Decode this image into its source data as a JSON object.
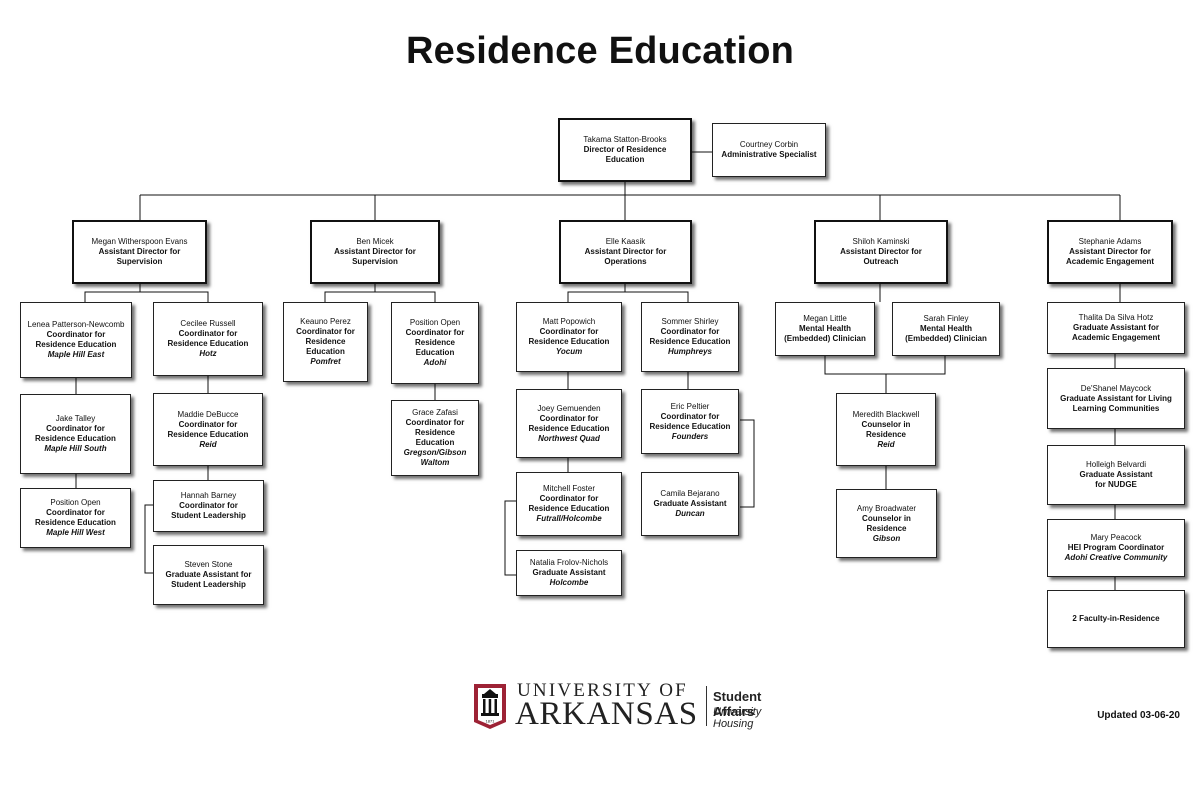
{
  "title": "Residence Education",
  "updated": "Updated 03-06-20",
  "logo": {
    "line1": "UNIVERSITY OF",
    "line2": "ARKANSAS",
    "division": "Student Affairs",
    "department": "University Housing",
    "seal_text": "1871"
  },
  "director": {
    "name": "Takama Statton-Brooks",
    "title": "Director of Residence Education"
  },
  "admin": {
    "name": "Courtney Corbin",
    "title": "Administrative Specialist"
  },
  "ad_evans": {
    "name": "Megan Witherspoon Evans",
    "title": "Assistant Director for Supervision"
  },
  "ad_micek": {
    "name": "Ben Micek",
    "title": "Assistant Director for Supervision"
  },
  "ad_kaasik": {
    "name": "Elle Kaasik",
    "title": "Assistant Director for Operations"
  },
  "ad_kaminski": {
    "name": "Shiloh Kaminski",
    "title": "Assistant Director for Outreach"
  },
  "ad_adams": {
    "name": "Stephanie Adams",
    "title": "Assistant Director for Academic Engagement"
  },
  "newcomb": {
    "name": "Lenea Patterson-Newcomb",
    "title": "Coordinator for Residence Education",
    "loc": "Maple Hill East"
  },
  "talley": {
    "name": "Jake Talley",
    "title": "Coordinator for Residence Education",
    "loc": "Maple Hill South"
  },
  "open_mhw": {
    "name": "Position Open",
    "title": "Coordinator for Residence Education",
    "loc": "Maple Hill West"
  },
  "russell": {
    "name": "Cecilee Russell",
    "title": "Coordinator for Residence Education",
    "loc": "Hotz"
  },
  "debucce": {
    "name": "Maddie DeBucce",
    "title": "Coordinator for Residence Education",
    "loc": "Reid"
  },
  "barney": {
    "name": "Hannah Barney",
    "title": "Coordinator for Student Leadership"
  },
  "stone": {
    "name": "Steven Stone",
    "title": "Graduate Assistant for Student Leadership"
  },
  "perez": {
    "name": "Keauno Perez",
    "title": "Coordinator for Residence Education",
    "loc": "Pomfret"
  },
  "open_adohi": {
    "name": "Position Open",
    "title": "Coordinator for Residence Education",
    "loc": "Adohi"
  },
  "zafasi": {
    "name": "Grace Zafasi",
    "title": "Coordinator for Residence Education",
    "loc": "Gregson/Gibson Waltom"
  },
  "popowich": {
    "name": "Matt Popowich",
    "title": "Coordinator for Residence Education",
    "loc": "Yocum"
  },
  "gemuenden": {
    "name": "Joey Gemuenden",
    "title": "Coordinator for Residence Education",
    "loc": "Northwest Quad"
  },
  "foster": {
    "name": "Mitchell Foster",
    "title": "Coordinator for Residence Education",
    "loc": "Futrall/Holcombe"
  },
  "frolov": {
    "name": "Natalia Frolov-Nichols",
    "title": "Graduate Assistant",
    "loc": "Holcombe"
  },
  "shirley": {
    "name": "Sommer Shirley",
    "title": "Coordinator for Residence Education",
    "loc": "Humphreys"
  },
  "peltier": {
    "name": "Eric Peltier",
    "title": "Coordinator for Residence Education",
    "loc": "Founders"
  },
  "bejarano": {
    "name": "Camila Bejarano",
    "title": "Graduate Assistant",
    "loc": "Duncan"
  },
  "little": {
    "name": "Megan Little",
    "title": "Mental Health (Embedded) Clinician"
  },
  "finley": {
    "name": "Sarah Finley",
    "title": "Mental Health (Embedded) Clinician"
  },
  "blackwell": {
    "name": "Meredith Blackwell",
    "title": "Counselor in Residence",
    "loc": "Reid"
  },
  "broadwater": {
    "name": "Amy Broadwater",
    "title": "Counselor in Residence",
    "loc": "Gibson"
  },
  "hotz": {
    "name": "Thalita Da Silva Hotz",
    "title": "Graduate Assistant for Academic Engagement"
  },
  "maycock": {
    "name": "De'Shanel Maycock",
    "title": "Graduate Assistant for Living Learning Communities"
  },
  "belvardi": {
    "name": "Holleigh Belvardi",
    "title": "Graduate Assistant for NUDGE"
  },
  "peacock": {
    "name": "Mary Peacock",
    "title": "HEI Program Coordinator",
    "loc": "Adohi Creative Community"
  },
  "faculty": {
    "title": "2 Faculty-in-Residence"
  }
}
